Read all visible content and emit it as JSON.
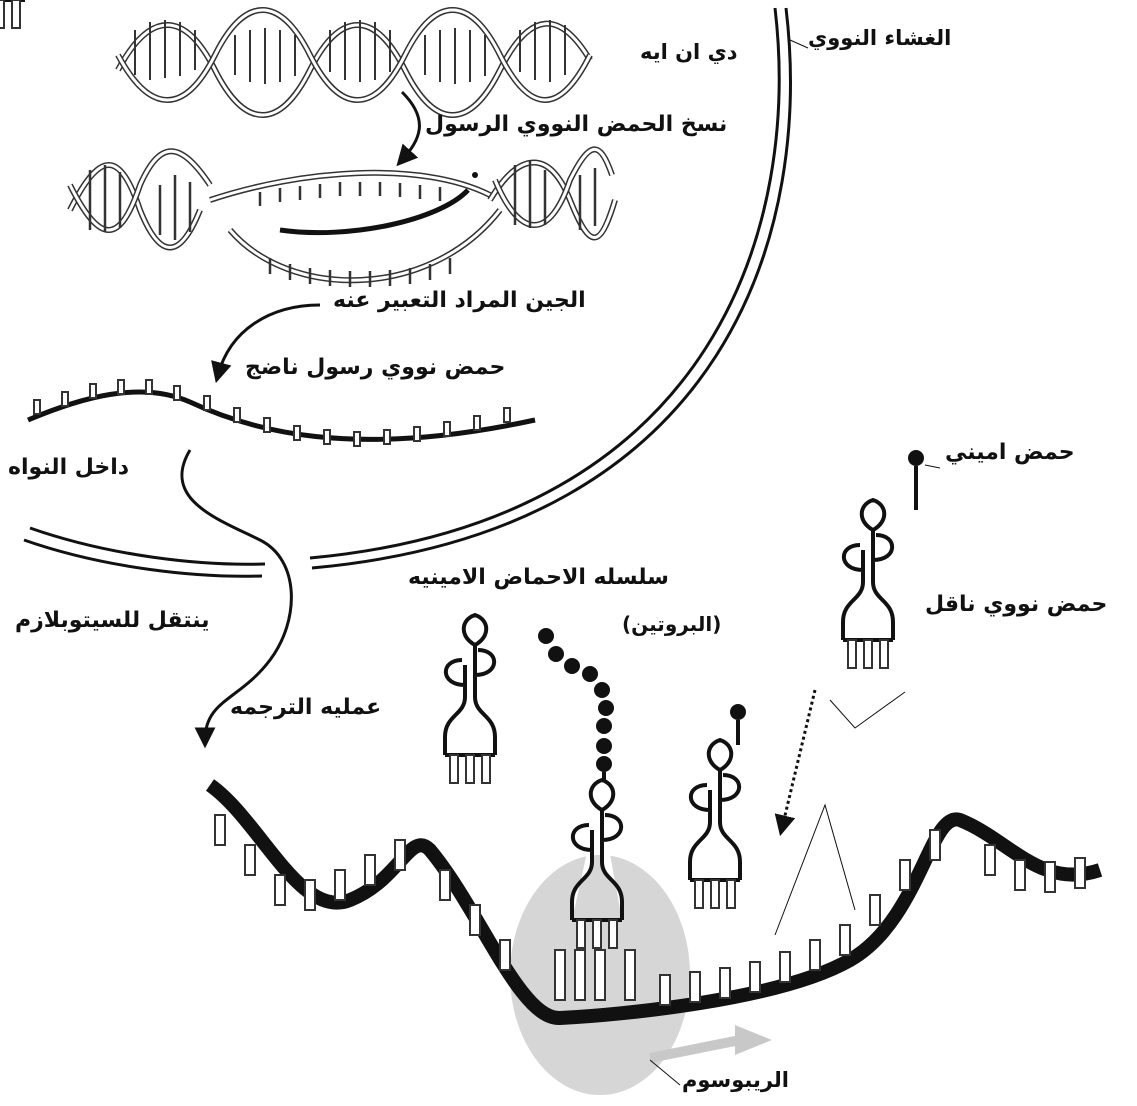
{
  "labels": {
    "dna": "دي ان ايه",
    "nuclear_envelope": "الغشاء النووي",
    "transcription": "نسخ الحمض النووي الرسول",
    "gene": "الجين المراد التعبير عنه",
    "mature_mrna": "حمض نووي رسول ناضج",
    "nucleus_inside": "داخل النواه",
    "moves_cytoplasm": "ينتقل للسيتوبلازم",
    "translation": "عمليه الترجمه",
    "amino_chain": "سلسله الاحماض الامينيه",
    "protein": "(البروتين)",
    "amino_acid": "حمض اميني",
    "trna": "حمض نووي ناقل",
    "ribosome": "الريبوسوم"
  },
  "colors": {
    "ink": "#111111",
    "ribosome": "#d6d6d6",
    "paper": "#ffffff"
  }
}
